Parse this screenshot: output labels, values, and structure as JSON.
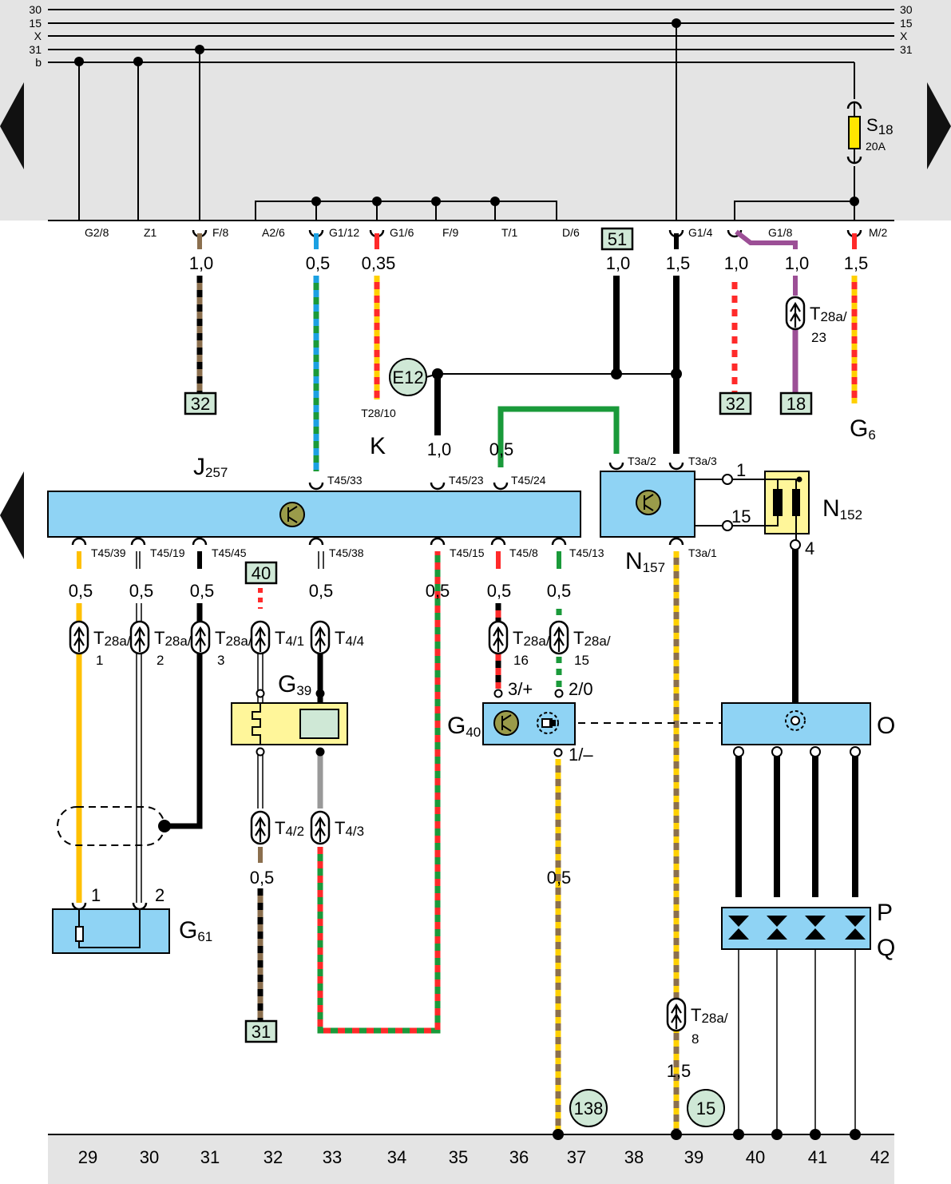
{
  "bus_labels_left": [
    "30",
    "15",
    "X",
    "31",
    "b"
  ],
  "bus_labels_right": [
    "30",
    "15",
    "X",
    "31"
  ],
  "fuse": {
    "name": "S",
    "sub": "18",
    "rating": "20A"
  },
  "pins": {
    "p1": "G2/8",
    "p2": "Z1",
    "p3": "F/8",
    "p4": "A2/6",
    "p5": "G1/12",
    "p6": "G1/6",
    "p7": "F/9",
    "p8": "T/1",
    "p9": "D/6",
    "p10": "G1/4",
    "p11": "G1/8",
    "p12": "M/2",
    "t33": "T45/33",
    "t23": "T45/23",
    "t24": "T45/24",
    "t3a2": "T3a/2",
    "t3a3": "T3a/3",
    "t39": "T45/39",
    "t19": "T45/19",
    "t45": "T45/45",
    "t38": "T45/38",
    "t15": "T45/15",
    "t8": "T45/8",
    "t13": "T45/13",
    "t3a1": "T3a/1",
    "t2810": "T28/10",
    "n1": "1",
    "n15": "15",
    "n4": "4",
    "g40a": "3/+",
    "g40b": "2/0",
    "g40c": "1/–",
    "g61a": "1",
    "g61b": "2"
  },
  "gauges": {
    "w1": "1,0",
    "w2": "0,5",
    "w3": "0,35",
    "w4": "1,0",
    "w5": "1,5",
    "w6": "1,0",
    "w7": "1,0",
    "w8": "1,5",
    "w9": "1,0",
    "w10": "0,5",
    "w11": "0,5",
    "w12": "0,5",
    "w13": "0,5",
    "w14": "0,5",
    "w15": "0,5",
    "w16": "0,5",
    "w17": "0,5",
    "w18": "0,5",
    "w19": "0,5",
    "w20": "1,5"
  },
  "refs": {
    "r32a": "32",
    "r51": "51",
    "r32b": "32",
    "r18": "18",
    "r40": "40",
    "r31": "31",
    "e12": "E12",
    "c138": "138",
    "c15": "15"
  },
  "connectors": {
    "c1": {
      "main": "T",
      "sub": "28a/",
      "num": "23"
    },
    "c2": {
      "main": "T",
      "sub": "28a/",
      "num": "1"
    },
    "c3": {
      "main": "T",
      "sub": "28a/",
      "num": "2"
    },
    "c4": {
      "main": "T",
      "sub": "28a/",
      "num": "3"
    },
    "c5": {
      "main": "T",
      "sub": "4/1",
      "num": ""
    },
    "c6": {
      "main": "T",
      "sub": "4/4",
      "num": ""
    },
    "c7": {
      "main": "T",
      "sub": "28a/",
      "num": "16"
    },
    "c8": {
      "main": "T",
      "sub": "28a/",
      "num": "15"
    },
    "c9": {
      "main": "T",
      "sub": "4/2",
      "num": ""
    },
    "c10": {
      "main": "T",
      "sub": "4/3",
      "num": ""
    },
    "c11": {
      "main": "T",
      "sub": "28a/",
      "num": "8"
    }
  },
  "components": {
    "J": {
      "main": "J",
      "sub": "257"
    },
    "N157": {
      "main": "N",
      "sub": "157"
    },
    "N152": {
      "main": "N",
      "sub": "152"
    },
    "G6": {
      "main": "G",
      "sub": "6"
    },
    "K": {
      "main": "K"
    },
    "G39": {
      "main": "G",
      "sub": "39"
    },
    "G40": {
      "main": "G",
      "sub": "40"
    },
    "G61": {
      "main": "G",
      "sub": "61"
    },
    "O": {
      "main": "O"
    },
    "P": {
      "main": "P"
    },
    "Q": {
      "main": "Q"
    }
  },
  "columns": [
    "29",
    "30",
    "31",
    "32",
    "33",
    "34",
    "35",
    "36",
    "37",
    "38",
    "39",
    "40",
    "41",
    "42"
  ]
}
